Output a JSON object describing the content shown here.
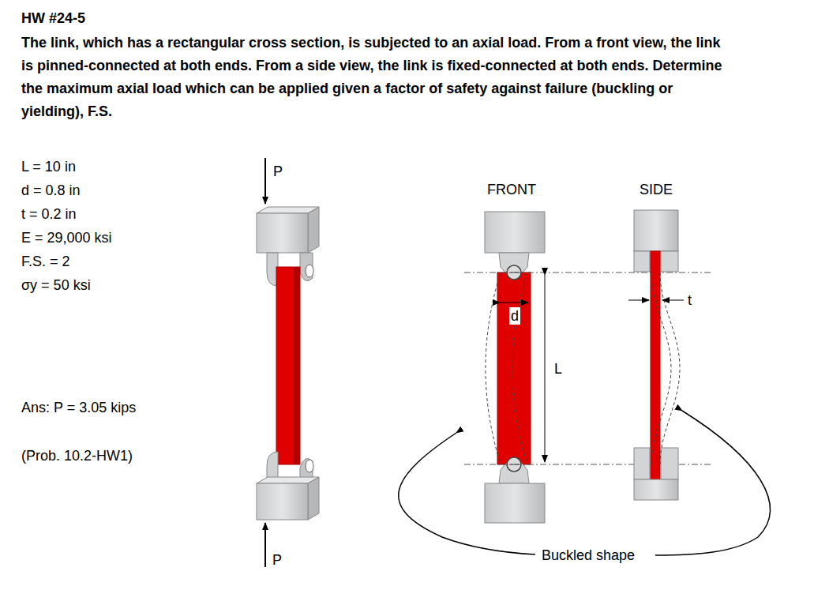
{
  "diagram": {
    "title": "HW #24-5",
    "labels": [
      "The link, which has a rectangular cross section, is subjected to an axial load.  From a front view, the link is pinned-connected at both ends.  From a side view, the link is fixed-connected at both ends.  Determine the maximum axial load which can be applied given a factor of safety against failure (buckling or yielding), F.S.",
      "L = 10 in",
      "d = 0.8 in",
      "t = 0.2 in",
      "E = 29,000 ksi",
      "F.S. = 2",
      "σy = 50 ksi",
      "Ans: P = 3.05 kips",
      "(Prob. 10.2-HW1)",
      "P",
      "P",
      "FRONT",
      "SIDE",
      "d",
      "L",
      "t",
      "Buckled shape"
    ]
  }
}
